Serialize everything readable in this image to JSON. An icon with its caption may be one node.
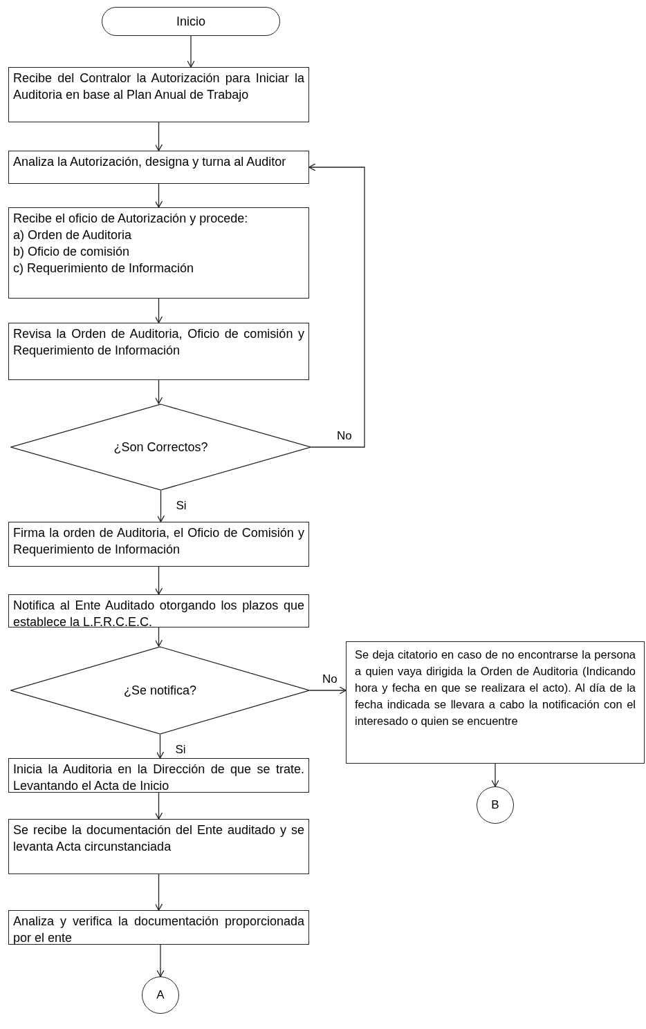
{
  "diagram": {
    "nodes": [
      {
        "text": [
          "Inicio"
        ]
      },
      {
        "text": [
          "Recibe del Contralor la Autorización para Iniciar la Auditoria en base al Plan Anual de Trabajo"
        ]
      },
      {
        "text": [
          "Analiza la Autorización, designa y turna al Auditor"
        ]
      },
      {
        "text": [
          "Recibe el oficio de Autorización y procede:",
          "a) Orden de Auditoria",
          "b) Oficio de comisión",
          "c) Requerimiento de Información"
        ]
      },
      {
        "text": [
          "Revisa la Orden de Auditoria, Oficio de comisión y Requerimiento de Información"
        ]
      },
      {
        "text": [
          "¿Son Correctos?"
        ]
      },
      {
        "text": [
          "Firma la orden de Auditoria, el Oficio de Comisión y Requerimiento de Información"
        ]
      },
      {
        "text": [
          "Notifica al Ente Auditado otorgando los plazos que establece la L.F.R.C.E.C."
        ]
      },
      {
        "text": [
          "¿Se notifica?"
        ]
      },
      {
        "text": [
          "Se deja citatorio en caso de no encontrarse la persona a quien vaya dirigida la Orden de Auditoria (Indicando hora y fecha en que se realizara el acto). Al día de la fecha indicada se llevara a cabo la notificación con el interesado o quien se encuentre"
        ]
      },
      {
        "text": [
          "B"
        ]
      },
      {
        "text": [
          "Inicia la Auditoria en la Dirección de que se trate. Levantando el Acta de Inicio"
        ]
      },
      {
        "text": [
          "Se recibe la documentación del Ente auditado y se levanta Acta circunstanciada"
        ]
      },
      {
        "text": [
          "Analiza y verifica la documentación proporcionada por el ente"
        ]
      },
      {
        "text": [
          "A"
        ]
      }
    ],
    "edges": [
      {
        "from": 0,
        "to": 1,
        "arrow": "to"
      },
      {
        "from": 1,
        "to": 2,
        "arrow": "to"
      },
      {
        "from": 2,
        "to": 3,
        "arrow": "to"
      },
      {
        "from": 3,
        "to": 4,
        "arrow": "to"
      },
      {
        "from": 4,
        "to": 5,
        "arrow": "to"
      },
      {
        "from": 5,
        "to": 2,
        "arrow": "to",
        "label": "No"
      },
      {
        "from": 5,
        "to": 6,
        "arrow": "to",
        "label": "Si"
      },
      {
        "from": 6,
        "to": 7,
        "arrow": "to"
      },
      {
        "from": 7,
        "to": 8,
        "arrow": "to"
      },
      {
        "from": 8,
        "to": 9,
        "arrow": "to",
        "label": "No"
      },
      {
        "from": 9,
        "to": 10,
        "arrow": "to"
      },
      {
        "from": 8,
        "to": 11,
        "arrow": "to",
        "label": "Si"
      },
      {
        "from": 11,
        "to": 12,
        "arrow": "to"
      },
      {
        "from": 12,
        "to": 13,
        "arrow": "to"
      },
      {
        "from": 13,
        "to": 14,
        "arrow": "to"
      }
    ]
  }
}
